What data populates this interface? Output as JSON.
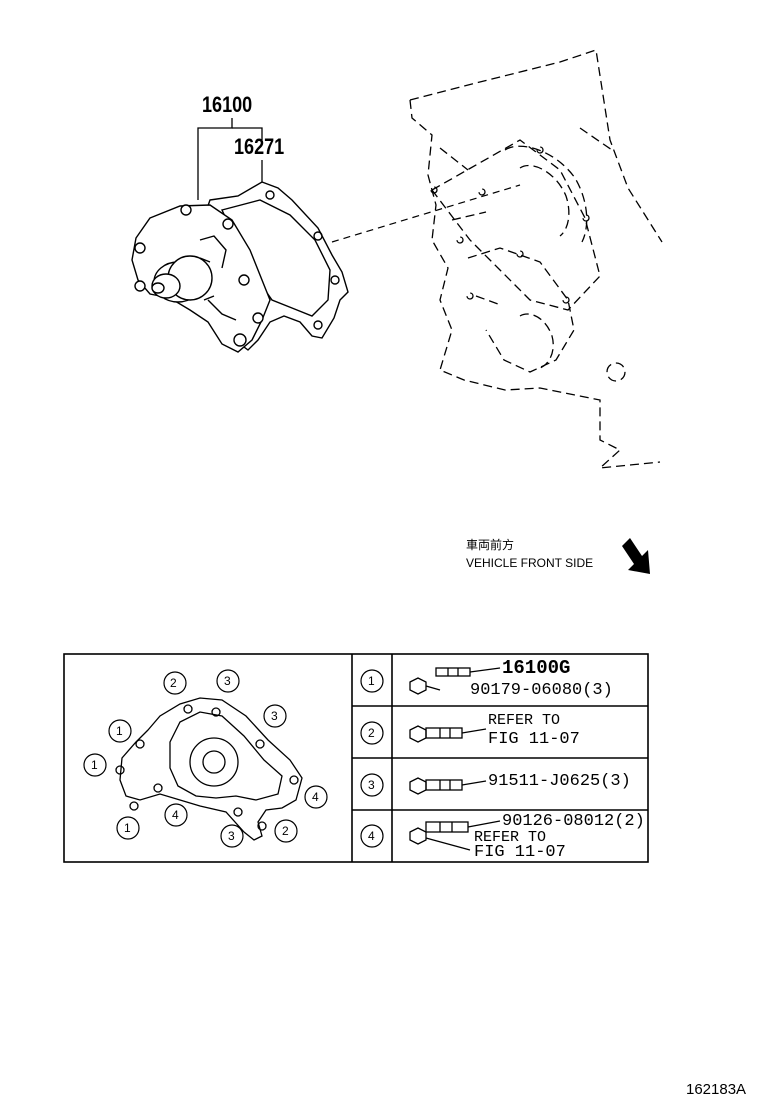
{
  "callouts": {
    "pump": "16100",
    "gasket": "16271"
  },
  "direction": {
    "japanese": "車両前方",
    "english": "VEHICLE FRONT SIDE"
  },
  "table": {
    "rows": [
      {
        "num": "1",
        "part": "16100G",
        "sub": "90179-06080(3)",
        "note1": "",
        "note2": ""
      },
      {
        "num": "2",
        "part": "",
        "sub": "",
        "note1": "REFER TO",
        "note2": "FIG 11-07"
      },
      {
        "num": "3",
        "part": "91511-J0625(3)",
        "sub": "",
        "note1": "",
        "note2": ""
      },
      {
        "num": "4",
        "part": "90126-08012(2)",
        "sub": "",
        "note1": "REFER TO",
        "note2": "FIG 11-07"
      }
    ]
  },
  "key_diagram": {
    "labels": [
      "2",
      "3",
      "3",
      "1",
      "1",
      "1",
      "4",
      "4",
      "3",
      "2"
    ]
  },
  "figure_id": "162183A"
}
